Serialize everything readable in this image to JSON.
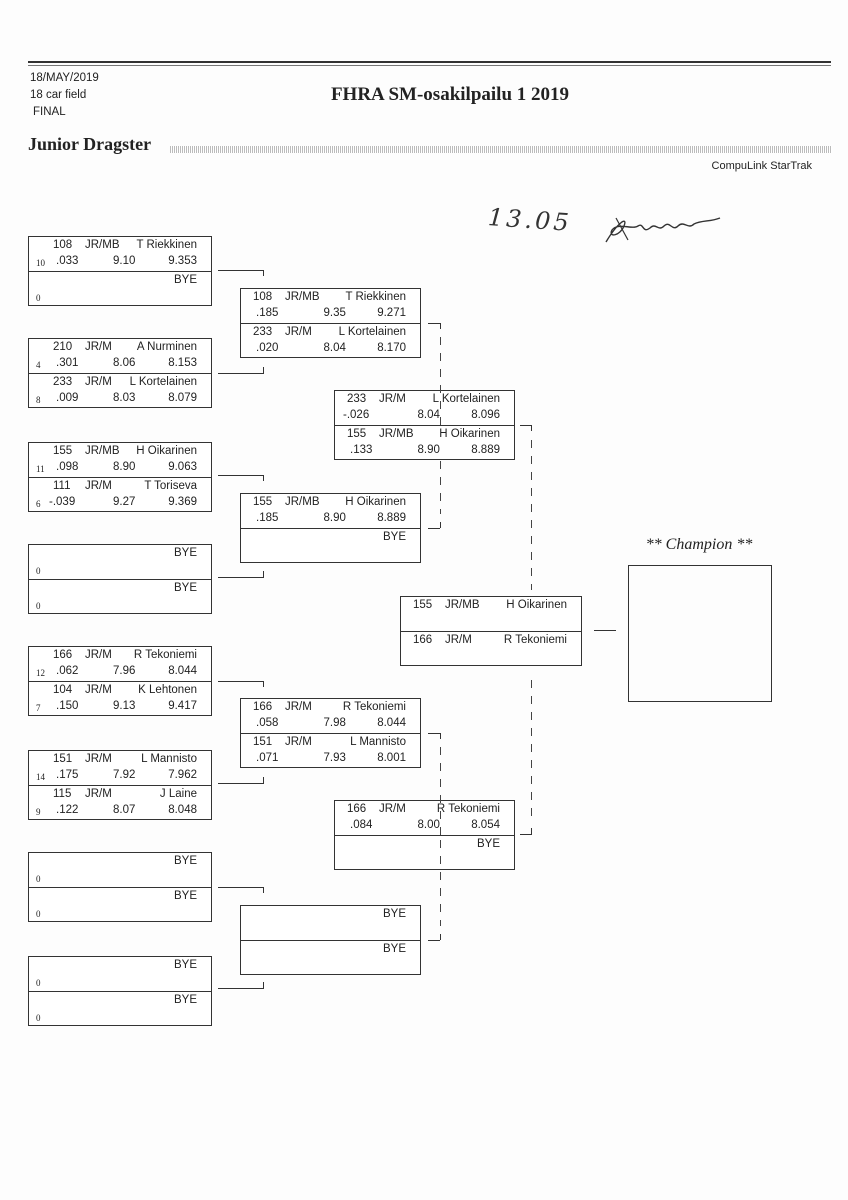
{
  "header": {
    "date": "18/MAY/2019",
    "field": "18 car field",
    "stage": "FINAL",
    "title": "FHRA SM-osakilpailu 1 2019",
    "category": "Junior Dragster",
    "brand": "CompuLink StarTrak",
    "handwritten_note": "13.05"
  },
  "champion_label": "** Champion **",
  "round1": [
    [
      {
        "seed": "10",
        "car": "108",
        "cls": "JR/MB",
        "name": "T Riekkinen",
        "rt": ".033",
        "dial": "9.10",
        "et": "9.353"
      },
      {
        "seed": "0",
        "name": "BYE"
      }
    ],
    [
      {
        "seed": "4",
        "car": "210",
        "cls": "JR/M",
        "name": "A Nurminen",
        "rt": ".301",
        "dial": "8.06",
        "et": "8.153"
      },
      {
        "seed": "8",
        "car": "233",
        "cls": "JR/M",
        "name": "L Kortelainen",
        "rt": ".009",
        "dial": "8.03",
        "et": "8.079"
      }
    ],
    [
      {
        "seed": "11",
        "car": "155",
        "cls": "JR/MB",
        "name": "H Oikarinen",
        "rt": ".098",
        "dial": "8.90",
        "et": "9.063"
      },
      {
        "seed": "6",
        "car": "111",
        "cls": "JR/M",
        "name": "T Toriseva",
        "rt": "-.039",
        "dial": "9.27",
        "et": "9.369"
      }
    ],
    [
      {
        "seed": "0",
        "name": "BYE"
      },
      {
        "seed": "0",
        "name": "BYE"
      }
    ],
    [
      {
        "seed": "12",
        "car": "166",
        "cls": "JR/M",
        "name": "R Tekoniemi",
        "rt": ".062",
        "dial": "7.96",
        "et": "8.044"
      },
      {
        "seed": "7",
        "car": "104",
        "cls": "JR/M",
        "name": "K Lehtonen",
        "rt": ".150",
        "dial": "9.13",
        "et": "9.417"
      }
    ],
    [
      {
        "seed": "14",
        "car": "151",
        "cls": "JR/M",
        "name": "L Mannisto",
        "rt": ".175",
        "dial": "7.92",
        "et": "7.962"
      },
      {
        "seed": "9",
        "car": "115",
        "cls": "JR/M",
        "name": "J Laine",
        "rt": ".122",
        "dial": "8.07",
        "et": "8.048"
      }
    ],
    [
      {
        "seed": "0",
        "name": "BYE"
      },
      {
        "seed": "0",
        "name": "BYE"
      }
    ],
    [
      {
        "seed": "0",
        "name": "BYE"
      },
      {
        "seed": "0",
        "name": "BYE"
      }
    ]
  ],
  "round2": [
    [
      {
        "car": "108",
        "cls": "JR/MB",
        "name": "T Riekkinen",
        "rt": ".185",
        "dial": "9.35",
        "et": "9.271"
      },
      {
        "car": "233",
        "cls": "JR/M",
        "name": "L Kortelainen",
        "rt": ".020",
        "dial": "8.04",
        "et": "8.170"
      }
    ],
    [
      {
        "car": "155",
        "cls": "JR/MB",
        "name": "H Oikarinen",
        "rt": ".185",
        "dial": "8.90",
        "et": "8.889"
      },
      {
        "name": "BYE"
      }
    ],
    [
      {
        "car": "166",
        "cls": "JR/M",
        "name": "R Tekoniemi",
        "rt": ".058",
        "dial": "7.98",
        "et": "8.044"
      },
      {
        "car": "151",
        "cls": "JR/M",
        "name": "L Mannisto",
        "rt": ".071",
        "dial": "7.93",
        "et": "8.001"
      }
    ],
    [
      {
        "name": "BYE"
      },
      {
        "name": "BYE"
      }
    ]
  ],
  "round3": [
    [
      {
        "car": "233",
        "cls": "JR/M",
        "name": "L Kortelainen",
        "rt": "-.026",
        "dial": "8.04",
        "et": "8.096"
      },
      {
        "car": "155",
        "cls": "JR/MB",
        "name": "H Oikarinen",
        "rt": ".133",
        "dial": "8.90",
        "et": "8.889"
      }
    ],
    [
      {
        "car": "166",
        "cls": "JR/M",
        "name": "R Tekoniemi",
        "rt": ".084",
        "dial": "8.00",
        "et": "8.054"
      },
      {
        "name": "BYE"
      }
    ]
  ],
  "round4": [
    [
      {
        "car": "155",
        "cls": "JR/MB",
        "name": "H Oikarinen"
      },
      {
        "car": "166",
        "cls": "JR/M",
        "name": "R Tekoniemi"
      }
    ]
  ]
}
